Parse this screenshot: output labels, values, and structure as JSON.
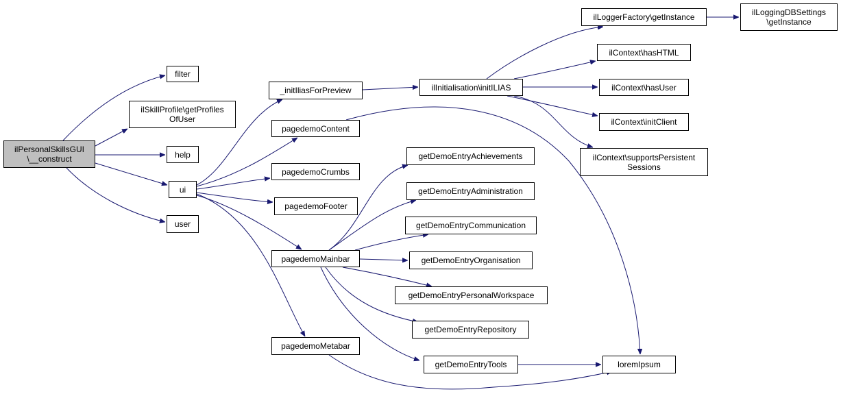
{
  "colors": {
    "edge": "#191970",
    "node_border": "#000000",
    "root_fill": "#bfbfbf",
    "node_fill": "#ffffff"
  },
  "nodes": {
    "root": "ilPersonalSkillsGUI\n\\__construct",
    "filter": "filter",
    "getProfilesOfUser": "ilSkillProfile\\getProfiles\nOfUser",
    "help": "help",
    "ui": "ui",
    "user": "user",
    "initIliasForPreview": "_initIliasForPreview",
    "pagedemoContent": "pagedemoContent",
    "pagedemoCrumbs": "pagedemoCrumbs",
    "pagedemoFooter": "pagedemoFooter",
    "pagedemoMainbar": "pagedemoMainbar",
    "pagedemoMetabar": "pagedemoMetabar",
    "initILIAS": "ilInitialisation\\initILIAS",
    "getDemoEntryAchievements": "getDemoEntryAchievements",
    "getDemoEntryAdministration": "getDemoEntryAdministration",
    "getDemoEntryCommunication": "getDemoEntryCommunication",
    "getDemoEntryOrganisation": "getDemoEntryOrganisation",
    "getDemoEntryPersonalWorkspace": "getDemoEntryPersonalWorkspace",
    "getDemoEntryRepository": "getDemoEntryRepository",
    "getDemoEntryTools": "getDemoEntryTools",
    "loggerGetInstance": "ilLoggerFactory\\getInstance",
    "loggingDBGetInstance": "ilLoggingDBSettings\n\\getInstance",
    "hasHTML": "ilContext\\hasHTML",
    "hasUser": "ilContext\\hasUser",
    "initClient": "ilContext\\initClient",
    "supportsPersistentSessions": "ilContext\\supportsPersistent\nSessions",
    "loremIpsum": "loremIpsum"
  },
  "edges": [
    [
      "root",
      "filter"
    ],
    [
      "root",
      "getProfilesOfUser"
    ],
    [
      "root",
      "help"
    ],
    [
      "root",
      "ui"
    ],
    [
      "root",
      "user"
    ],
    [
      "ui",
      "initIliasForPreview"
    ],
    [
      "ui",
      "pagedemoContent"
    ],
    [
      "ui",
      "pagedemoCrumbs"
    ],
    [
      "ui",
      "pagedemoFooter"
    ],
    [
      "ui",
      "pagedemoMainbar"
    ],
    [
      "ui",
      "pagedemoMetabar"
    ],
    [
      "initIliasForPreview",
      "initILIAS"
    ],
    [
      "initILIAS",
      "loggerGetInstance"
    ],
    [
      "initILIAS",
      "hasHTML"
    ],
    [
      "initILIAS",
      "hasUser"
    ],
    [
      "initILIAS",
      "initClient"
    ],
    [
      "initILIAS",
      "supportsPersistentSessions"
    ],
    [
      "loggerGetInstance",
      "loggingDBGetInstance"
    ],
    [
      "pagedemoContent",
      "loremIpsum"
    ],
    [
      "pagedemoMainbar",
      "getDemoEntryAchievements"
    ],
    [
      "pagedemoMainbar",
      "getDemoEntryAdministration"
    ],
    [
      "pagedemoMainbar",
      "getDemoEntryCommunication"
    ],
    [
      "pagedemoMainbar",
      "getDemoEntryOrganisation"
    ],
    [
      "pagedemoMainbar",
      "getDemoEntryPersonalWorkspace"
    ],
    [
      "pagedemoMainbar",
      "getDemoEntryRepository"
    ],
    [
      "pagedemoMainbar",
      "getDemoEntryTools"
    ],
    [
      "getDemoEntryTools",
      "loremIpsum"
    ],
    [
      "pagedemoMetabar",
      "loremIpsum"
    ]
  ]
}
